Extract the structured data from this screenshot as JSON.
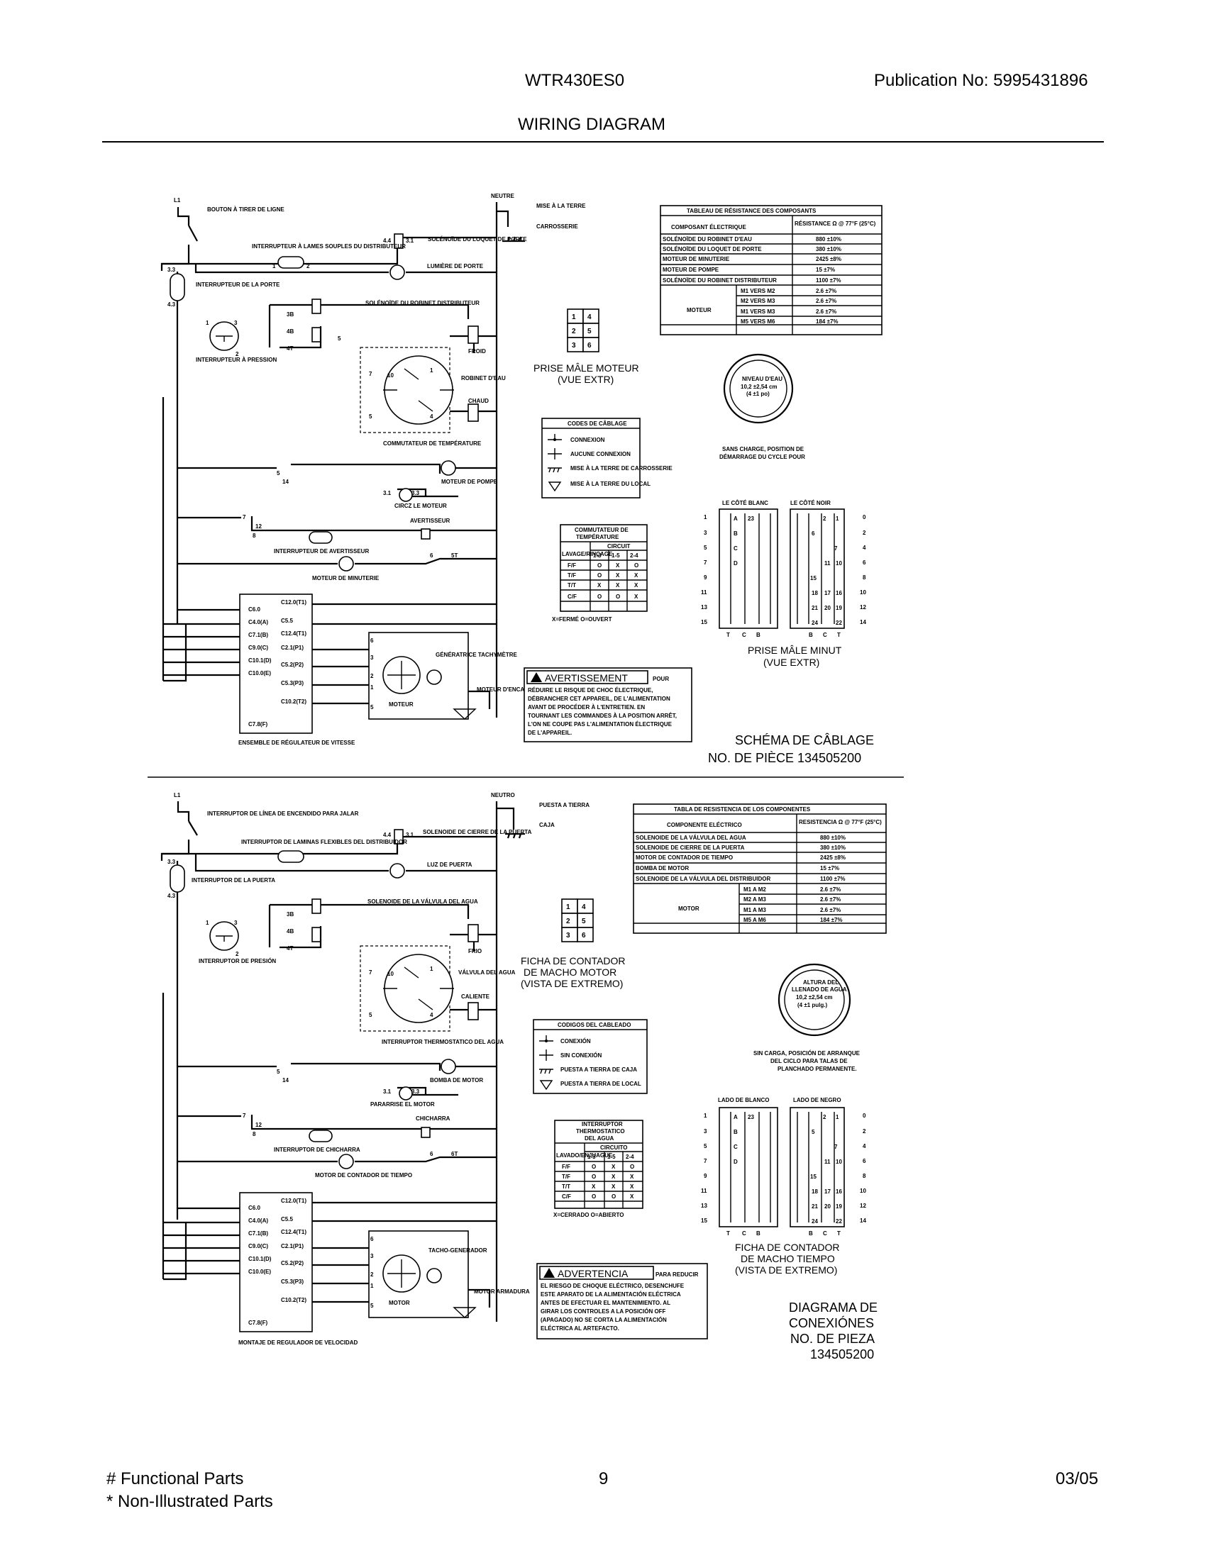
{
  "header": {
    "model": "WTR430ES0",
    "publication": "Publication No:  5995431896",
    "title": "WIRING DIAGRAM"
  },
  "footer": {
    "functional": "# Functional Parts",
    "non_illustrated": "* Non-Illustrated Parts",
    "page": "9",
    "date": "03/05"
  },
  "fr": {
    "resistance_table": {
      "title": "TABLEAU DE RÉSISTANCE DES COMPOSANTS",
      "col_component": "COMPOSANT ÉLECTRIQUE",
      "col_resistance": "RÉSISTANCE Ω @ 77°F (25°C)",
      "rows": [
        [
          "SOLÉNOÏDE DU ROBINET D'EAU",
          "880 ±10%"
        ],
        [
          "SOLÉNOÏDE DU LOQUET DE PORTE",
          "380 ±10%"
        ],
        [
          "MOTEUR DE MINUTERIE",
          "2425 ±8%"
        ],
        [
          "MOTEUR DE POMPE",
          "15 ±7%"
        ],
        [
          "SOLÉNOÏDE DU ROBINET DISTRIBUTEUR",
          "1100 ±7%"
        ]
      ],
      "motor_label": "MOTEUR",
      "motor_rows": [
        [
          "M1 VERS M2",
          "2.6 ±7%"
        ],
        [
          "M2 VERS M3",
          "2.6 ±7%"
        ],
        [
          "M1 VERS M3",
          "2.6 ±7%"
        ],
        [
          "M5 VERS M6",
          "184 ±7%"
        ]
      ]
    },
    "plug_caption": [
      "PRISE MÂLE MOTEUR",
      "(VUE EXTR)"
    ],
    "wiring_codes": {
      "title": "CODES DE CÂBLAGE",
      "items": [
        "CONNEXION",
        "AUCUNE CONNEXION",
        "MISE À LA TERRE DE CARROSSERIE",
        "MISE À LA TERRE DU LOCAL"
      ]
    },
    "water_level": [
      "NIVEAU D'EAU",
      "10,2 ±2,54 cm",
      "(4 ±1 po)"
    ],
    "water_caption": [
      "SANS CHARGE, POSITION DE",
      "DÉMARRAGE DU CYCLE POUR"
    ],
    "temp_switch": {
      "title": [
        "COMMUTATEUR DE",
        "TEMPÉRATURE"
      ],
      "circuit": "CIRCUIT",
      "rowhead": "LAVAGE/RINÇAGE",
      "cols": [
        "1-3",
        "1-5",
        "2-4"
      ],
      "rows": [
        [
          "F/F",
          "O",
          "X",
          "O"
        ],
        [
          "T/F",
          "O",
          "X",
          "X"
        ],
        [
          "T/T",
          "X",
          "X",
          "X"
        ],
        [
          "C/F",
          "O",
          "O",
          "X"
        ]
      ],
      "legend": "X=FERMÉ     O=OUVERT"
    },
    "timer_plug": {
      "left_head": "LE CÔTÉ BLANC",
      "right_head": "LE CÔTÉ NOIR",
      "caption": [
        "PRISE MÂLE MINUT",
        "(VUE EXTR)"
      ]
    },
    "warning": {
      "title": "AVERTISSEMENT",
      "tail": "POUR",
      "lines": [
        "RÉDUIRE LE RISQUE DE CHOC ÉLECTRIQUE,",
        "DÉBRANCHER CET APPAREIL, DE L'ALIMENTATION",
        "AVANT DE PROCÉDER À L'ENTRETIEN. EN",
        "TOURNANT LES COMMANDES À LA POSITION ARRÊT,",
        "L'ON NE COUPE PAS L'ALIMENTATION ÉLECTRIQUE",
        "DE L'APPAREIL."
      ]
    },
    "schema": [
      "SCHÉMA DE CÂBLAGE",
      "NO. DE PIÈCE 134505200"
    ],
    "labels": {
      "l1": "L1",
      "neutral": "NEUTRE",
      "ground": "MISE À LA TERRE",
      "carrosserie": "CARROSSERIE",
      "push": "BOUTON À TIRER DE LIGNE",
      "interlock": "INTERRUPTEUR À LAMES SOUPLES DU DISTRIBUTEUR",
      "door_lock": "SOLÉNOÏDE DU LOQUET DE PORTE",
      "door_light": "LUMIÈRE DE PORTE",
      "door_switch": "INTERRUPTEUR DE LA PORTE",
      "dispenser": "SOLÉNOÏDE DU ROBINET DISTRIBUTEUR",
      "pressure": "INTERRUPTEUR À PRESSION",
      "cold": "FROID",
      "hot": "CHAUD",
      "water_valve": "ROBINET D'EAU",
      "temp_commutator": "COMMUTATEUR DE TEMPÉRATURE",
      "pump": "MOTEUR DE POMPE",
      "motor_circuit": "CIRCZ LE MOTEUR",
      "buzzer": "AVERTISSEUR",
      "buzzer_switch": "INTERRUPTEUR DE AVERTISSEUR",
      "timer_motor": "MOTEUR DE MINUTERIE",
      "speed_reg": "ENSEMBLE DE RÉGULATEUR DE VITESSE",
      "tacho": "GÉNÉRATRICE TACHYMÈTRE",
      "motor": "MOTEUR",
      "motor_drive": "MOTEUR D'ENCADREUR"
    }
  },
  "es": {
    "resistance_table": {
      "title": "TABLA DE RESISTENCIA DE LOS COMPONENTES",
      "col_component": "COMPONENTE ELÉCTRICO",
      "col_resistance": "RESISTENCIA Ω @ 77°F (25°C)",
      "rows": [
        [
          "SOLENOIDE DE LA VÁLVULA DEL AGUA",
          "880 ±10%"
        ],
        [
          "SOLENOIDE DE CIERRE DE LA PUERTA",
          "380 ±10%"
        ],
        [
          "MOTOR DE CONTADOR DE TIEMPO",
          "2425 ±8%"
        ],
        [
          "BOMBA DE MOTOR",
          "15 ±7%"
        ],
        [
          "SOLENOIDE DE LA VÁLVULA DEL DISTRIBUIDOR",
          "1100 ±7%"
        ]
      ],
      "motor_label": "MOTOR",
      "motor_rows": [
        [
          "M1 A M2",
          "2.6 ±7%"
        ],
        [
          "M2 A M3",
          "2.6 ±7%"
        ],
        [
          "M1 A M3",
          "2.6 ±7%"
        ],
        [
          "M5 A M6",
          "184 ±7%"
        ]
      ]
    },
    "plug_caption": [
      "FICHA DE CONTADOR",
      "DE MACHO MOTOR",
      "(VISTA DE EXTREMO)"
    ],
    "wiring_codes": {
      "title": "CODIGOS DEL CABLEADO",
      "items": [
        "CONEXIÓN",
        "SIN CONEXIÓN",
        "PUESTA A TIERRA DE CAJA",
        "PUESTA A TIERRA DE LOCAL"
      ]
    },
    "water_level": [
      "ALTURA DEL",
      "LLENADO DE AGUA",
      "10,2 ±2,54 cm",
      "(4 ±1 pulg.)"
    ],
    "water_caption": [
      "SIN CARGA, POSICIÓN DE ARRANQUE",
      "DEL CICLO PARA TALAS DE",
      "PLANCHADO PERMANENTE."
    ],
    "temp_switch": {
      "title": [
        "INTERRUPTOR",
        "THERMOSTATICO",
        "DEL AGUA"
      ],
      "circuit": "CIRCUITO",
      "rowhead": "LAVADO/ENJUAGUE",
      "cols": [
        "1-3",
        "1-5",
        "2-4"
      ],
      "rows": [
        [
          "F/F",
          "O",
          "X",
          "O"
        ],
        [
          "T/F",
          "O",
          "X",
          "X"
        ],
        [
          "T/T",
          "X",
          "X",
          "X"
        ],
        [
          "C/F",
          "O",
          "O",
          "X"
        ]
      ],
      "legend": "X=CERRADO     O=ABIERTO"
    },
    "timer_plug": {
      "left_head": "LADO DE BLANCO",
      "right_head": "LADO DE NEGRO",
      "caption": [
        "FICHA DE CONTADOR",
        "DE MACHO TIEMPO",
        "(VISTA DE EXTREMO)"
      ]
    },
    "warning": {
      "title": "ADVERTENCIA",
      "tail": "PARA REDUCIR",
      "lines": [
        "EL RIESGO DE CHOQUE ELÉCTRICO, DESENCHUFE",
        "ESTE APARATO DE LA ALIMENTACIÓN ELÉCTRICA",
        "ANTES DE EFECTUAR EL MANTENIMIENTO. AL",
        "GIRAR LOS CONTROLES A LA POSICIÓN OFF",
        "(APAGADO) NO SE CORTA LA ALIMENTACIÓN",
        "ELÉCTRICA AL ARTEFACTO."
      ]
    },
    "schema": [
      "DIAGRAMA DE",
      "CONEXIÓNES",
      "NO. DE PIEZA",
      "134505200"
    ],
    "labels": {
      "l1": "L1",
      "neutral": "NEUTRO",
      "ground": "PUESTA A TIERRA",
      "carrosserie": "CAJA",
      "push": "INTERRUPTOR DE LÍNEA DE ENCENDIDO PARA JALAR",
      "interlock": "INTERRUPTOR DE LAMINAS FLEXIBLES DEL DISTRIBUIDOR",
      "door_lock": "SOLENOIDE DE CIERRE DE LA PUERTA",
      "door_light": "LUZ DE PUERTA",
      "door_switch": "INTERRUPTOR DE LA PUERTA",
      "dispenser": "SOLENOIDE DE LA VÁLVULA DEL AGUA",
      "pressure": "INTERRUPTOR DE PRESIÓN",
      "cold": "FRIO",
      "hot": "CALIENTE",
      "water_valve": "VÁLVULA DEL AGUA",
      "temp_commutator": "INTERRUPTOR THERMOSTATICO DEL AGUA",
      "pump": "BOMBA DE MOTOR",
      "motor_circuit": "PARARRISE EL MOTOR",
      "buzzer": "CHICHARRA",
      "buzzer_switch": "INTERRUPTOR DE CHICHARRA",
      "timer_motor": "MOTOR DE CONTADOR DE TIEMPO",
      "speed_reg": "MONTAJE DE REGULADOR DE VELOCIDAD",
      "tacho": "TACHO-GENERADOR",
      "motor": "MOTOR",
      "motor_drive": "MOTOR ARMADURA"
    }
  }
}
